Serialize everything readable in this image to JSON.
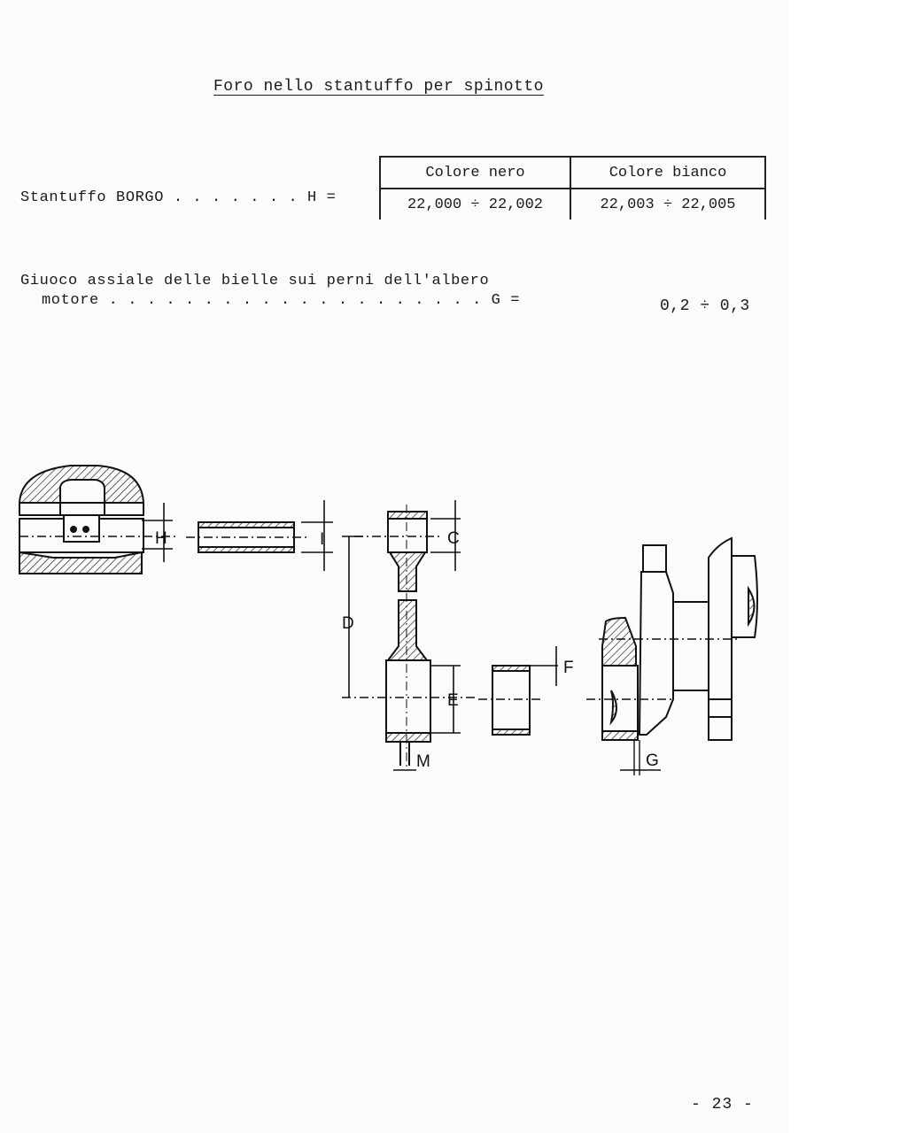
{
  "page": {
    "title": "Foro nello stantuffo per spinotto",
    "page_number": "- 23 -"
  },
  "piston_row": {
    "label": "Stantuffo BORGO . . . . . . . H =",
    "columns": [
      {
        "header": "Colore nero",
        "value": "22,000 ÷ 22,002"
      },
      {
        "header": "Colore bianco",
        "value": "22,003 ÷ 22,005"
      }
    ]
  },
  "axial_play": {
    "line1": "Giuoco assiale delle bielle sui perni dell'albero",
    "line2": "motore . . . . . . . . . . . . . . . . . . . . G =",
    "value": "0,2 ÷ 0,3"
  },
  "diagram": {
    "labels": {
      "H": "H",
      "I": "I",
      "C": "C",
      "D": "D",
      "E": "E",
      "F": "F",
      "M": "M",
      "G": "G"
    }
  }
}
